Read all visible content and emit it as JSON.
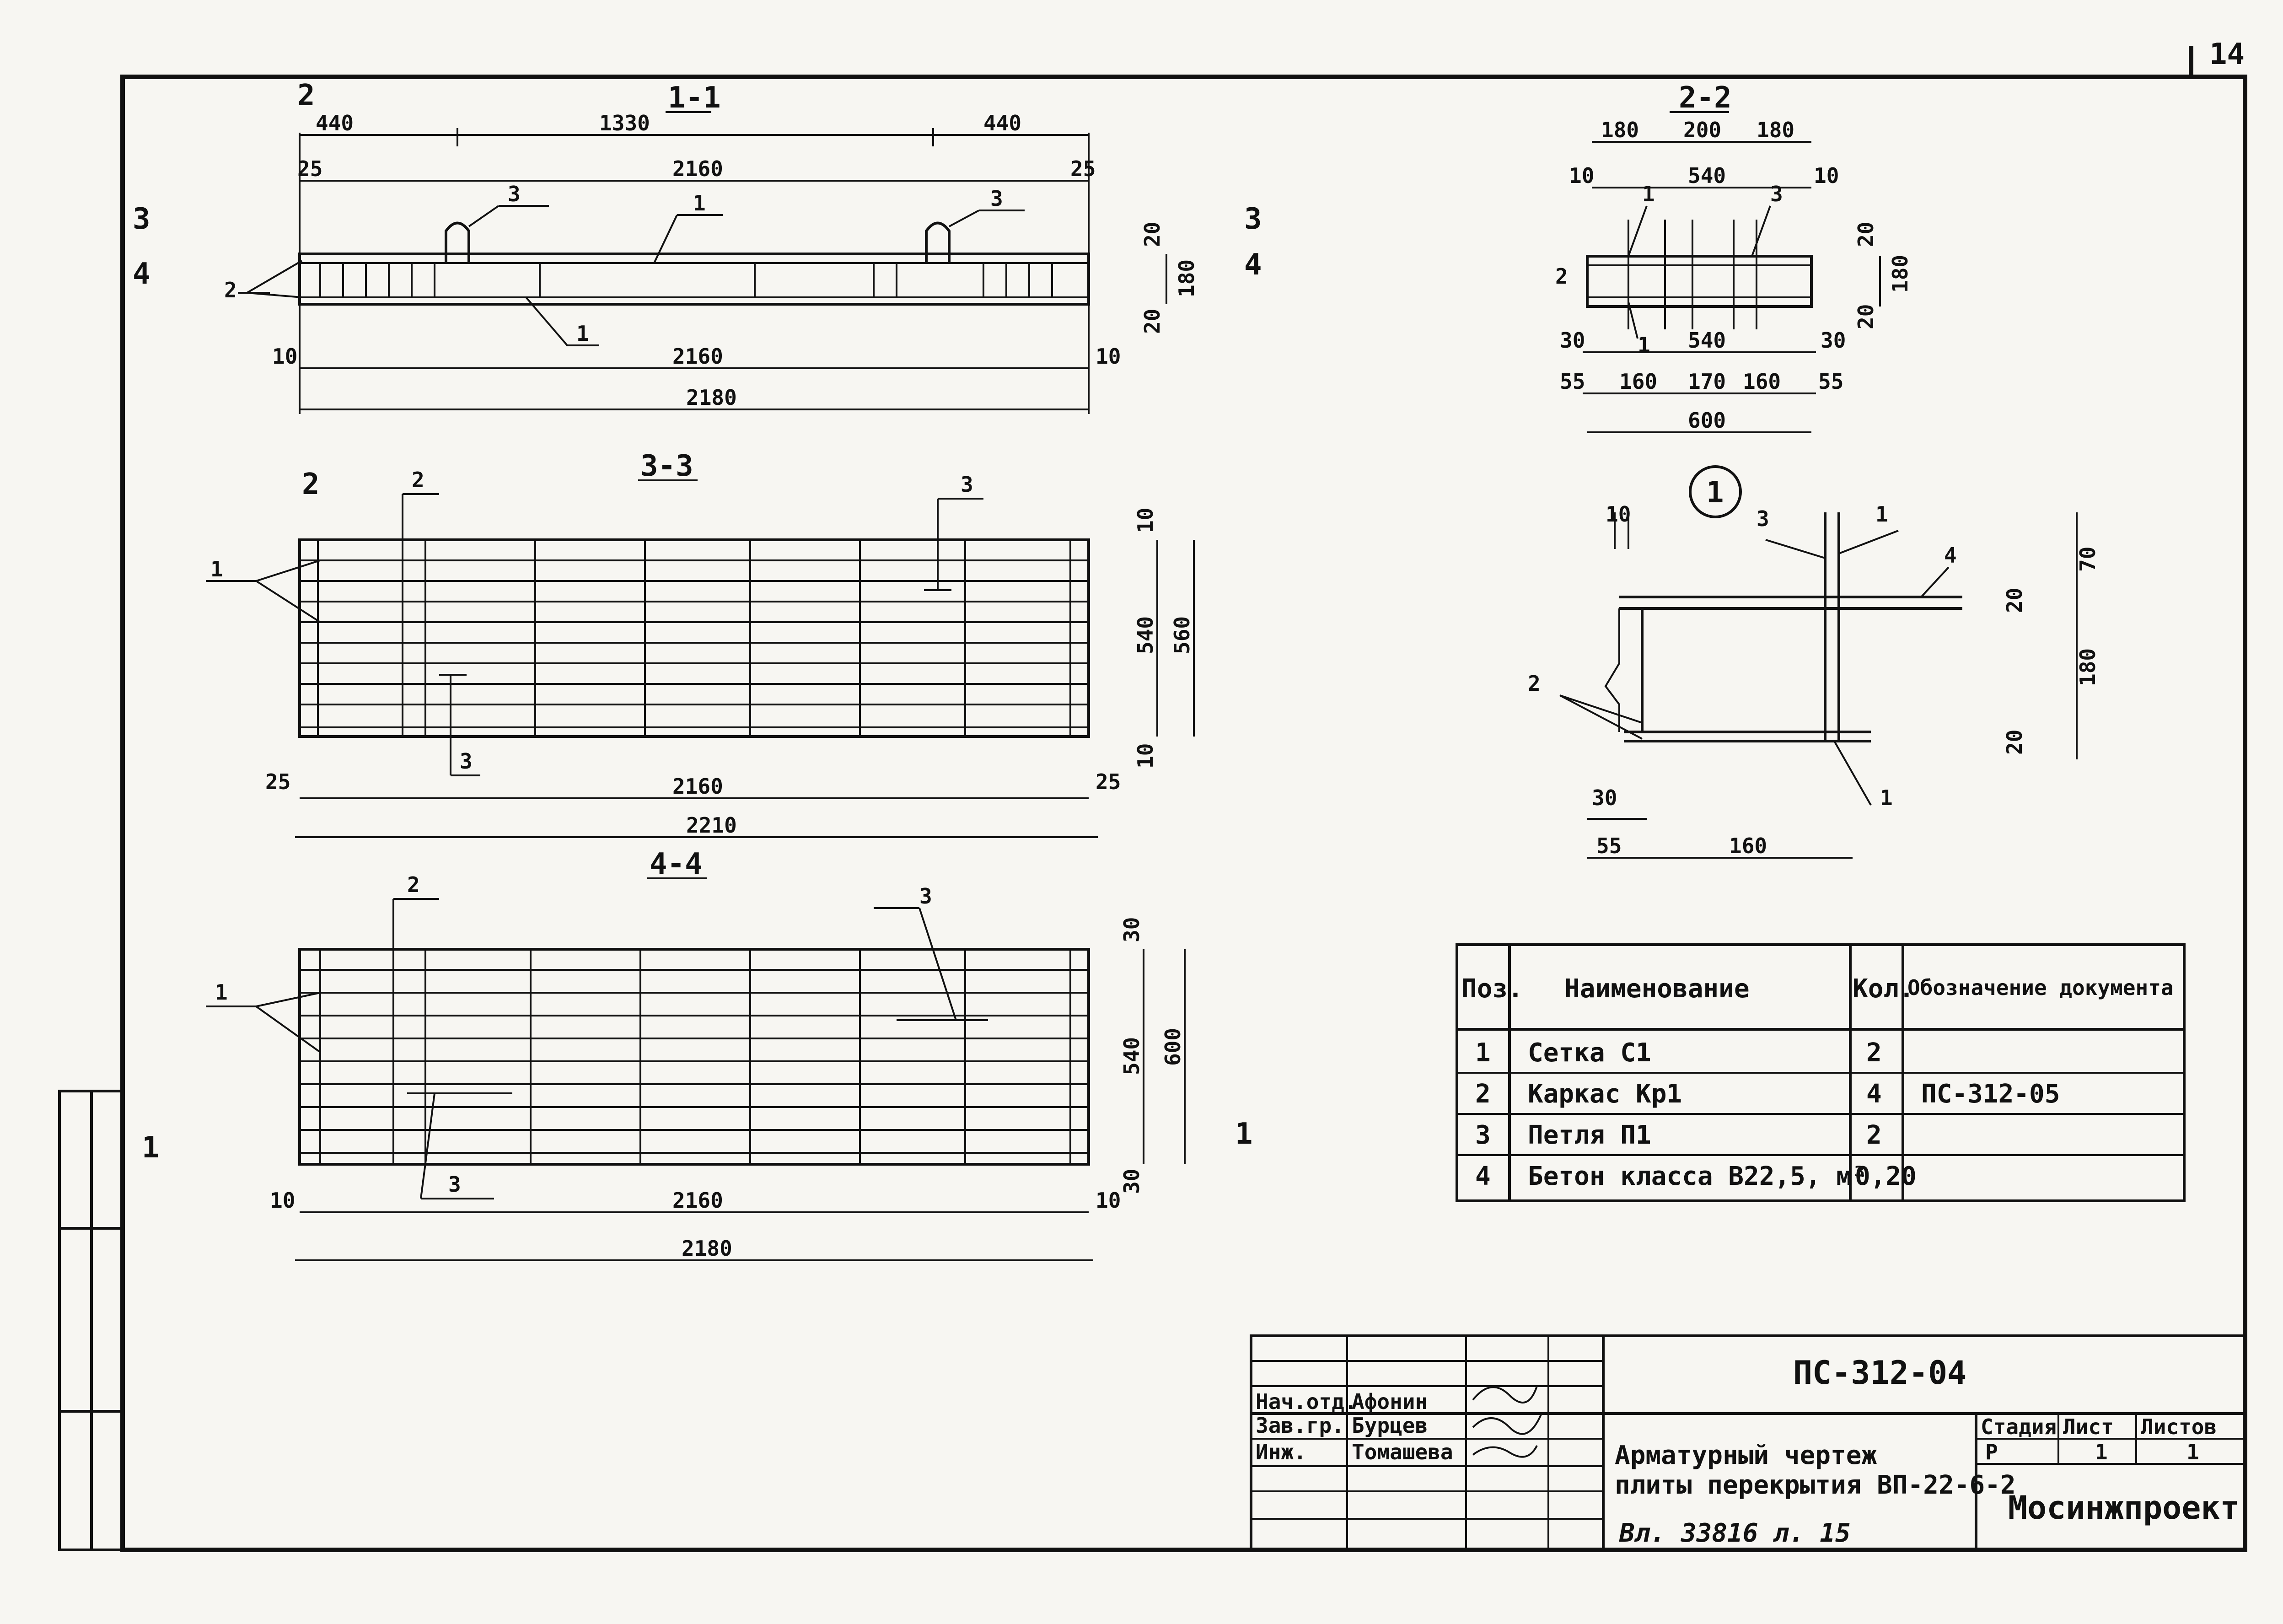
{
  "sheet_number": "14",
  "sections": {
    "s11": {
      "title": "1-1",
      "dims_top": [
        "440",
        "1330",
        "440"
      ],
      "dim_2160_top": "2160",
      "side_25_left": "25",
      "side_25_right": "25",
      "dim_2160_bottom": "2160",
      "dim_2180": "2180",
      "side_10_left": "10",
      "side_10_right": "10",
      "right_20_top": "20",
      "right_180": "180",
      "right_20_bottom": "20",
      "pos_1": "1",
      "pos_1b": "1",
      "pos_2": "2",
      "pos_3a": "3",
      "pos_3b": "3",
      "cut_3_left": "3",
      "cut_4_left": "4",
      "cut_3_right": "3",
      "cut_4_right": "4",
      "cut_2_top": "2"
    },
    "s22": {
      "title": "2-2",
      "dims_top": [
        "180",
        "200",
        "180"
      ],
      "dim_540_top": "540",
      "left_10": "10",
      "right_10": "10",
      "dim_540_bottom": "540",
      "left_30": "30",
      "right_30": "30",
      "left_55": "55",
      "right_55": "55",
      "dims_bottom": [
        "160",
        "170",
        "160"
      ],
      "dim_600": "600",
      "right_20_top": "20",
      "right_180": "180",
      "right_20_bottom": "20",
      "pos_1a": "1",
      "pos_1b": "1",
      "pos_2": "2",
      "pos_3": "3"
    },
    "s33": {
      "title": "3-3",
      "dim_2160": "2160",
      "dim_2210": "2210",
      "left_25": "25",
      "right_25": "25",
      "right_10_top": "10",
      "right_540": "540",
      "right_560": "560",
      "right_10_bottom": "10",
      "pos_1": "1",
      "pos_2": "2",
      "pos_3a": "3",
      "pos_3b": "3",
      "cut_2": "2"
    },
    "s44": {
      "title": "4-4",
      "dim_2160": "2160",
      "dim_2180": "2180",
      "left_10": "10",
      "right_10": "10",
      "right_30_top": "30",
      "right_540": "540",
      "right_600": "600",
      "right_30_bottom": "30",
      "pos_1": "1",
      "pos_2": "2",
      "pos_3a": "3",
      "pos_3b": "3",
      "cut_1_left": "1",
      "cut_1_right": "1"
    },
    "node1": {
      "title": "1",
      "top_10": "10",
      "right_70": "70",
      "right_20_top": "20",
      "right_180": "180",
      "right_20_bottom": "20",
      "bottom_30": "30",
      "bottom_55": "55",
      "bottom_160": "160",
      "pos_1a": "1",
      "pos_1b": "1",
      "pos_2": "2",
      "pos_3": "3",
      "pos_4": "4"
    }
  },
  "spec_table": {
    "headers": [
      "Поз.",
      "Наименование",
      "Кол.",
      "Обозначение документа"
    ],
    "rows": [
      [
        "1",
        "Сетка С1",
        "2",
        ""
      ],
      [
        "2",
        "Каркас Кр1",
        "4",
        "ПС-312-05"
      ],
      [
        "3",
        "Петля П1",
        "2",
        ""
      ],
      [
        "4",
        "Бетон класса В22,5, м³",
        "0,20",
        ""
      ]
    ]
  },
  "title_block": {
    "code": "ПС-312-04",
    "staff": [
      {
        "role": "Нач.отд.",
        "name": "Афонин"
      },
      {
        "role": "Зав.гр.",
        "name": "Бурцев"
      },
      {
        "role": "Инж.",
        "name": "Томашева"
      }
    ],
    "title_line1": "Арматурный чертеж",
    "title_line2": "плиты перекрытия ВП-22-6-2",
    "inventory": "Вл. 33816 л. 15",
    "stage_label": "Стадия",
    "sheet_label": "Лист",
    "sheets_label": "Листов",
    "stage_value": "Р",
    "sheet_value": "1",
    "sheets_value": "1",
    "organization": "Мосинжпроект"
  }
}
